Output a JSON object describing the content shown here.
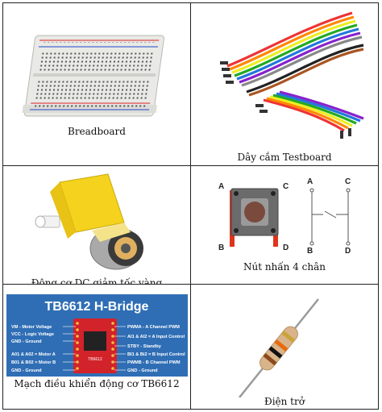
{
  "components": [
    {
      "caption": "Breadboard"
    },
    {
      "caption": "Dây cắm Testboard"
    },
    {
      "caption": "Động cơ DC giảm tốc vàng"
    },
    {
      "caption": "Nút nhấn 4 chân"
    },
    {
      "caption": "Mạch điều khiển động cơ TB6612"
    },
    {
      "caption": "Điện trở"
    }
  ],
  "button_pins": {
    "a": "A",
    "b": "B",
    "c": "C",
    "d": "D"
  },
  "tb6612": {
    "title": "TB6612 H-Bridge",
    "chip_label": "TB6612",
    "left_labels": [
      "VM - Motor Voltage",
      "VCC - Logic Voltage",
      "GND - Ground",
      "A01 & A02 = Motor A",
      "B01 & B02 = Motor B",
      "GND - Ground"
    ],
    "right_labels": [
      "PWMA - A Channel PWM",
      "AI1 & AI2 = A Input Control",
      "STBY - Standby",
      "BI1 & Bi2 = B Input Control",
      "PWMB - B Channel PWM",
      "GND - Ground"
    ],
    "bg_color": "#2f6eb5"
  },
  "colors": {
    "breadboard_body": "#e9e9e6",
    "rail_red": "#d22",
    "rail_blue": "#2448c8",
    "motor_yellow": "#f4d21d",
    "button_body": "#6b6b6b",
    "button_cap": "#7a4a3c",
    "button_pin": "#e0341d",
    "resistor_body": "#d9b48a"
  }
}
